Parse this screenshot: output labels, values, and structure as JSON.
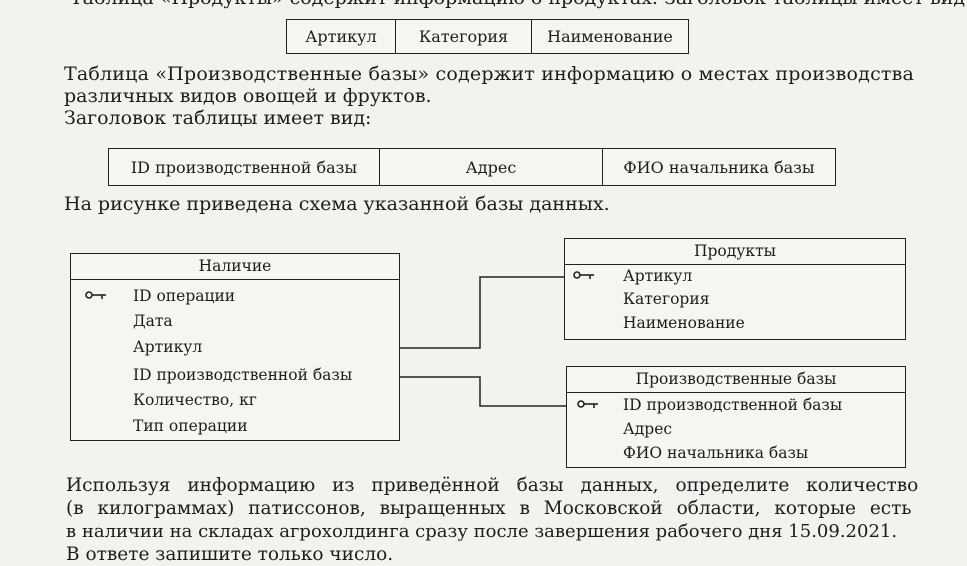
{
  "top_cut_text": "Таблица «Продукты» содержит информацию о продуктах. Заголовок таблицы имеет вид:",
  "products_header": [
    "Артикул",
    "Категория",
    "Наименование"
  ],
  "bases_paragraph": [
    "Таблица «Производственные базы» содержит информацию о местах производства",
    "различных видов овощей и фруктов.",
    "Заголовок таблицы имеет вид:"
  ],
  "bases_header": [
    "ID производственной базы",
    "Адрес",
    "ФИО начальника базы"
  ],
  "schema_caption": "На рисунке приведена схема указанной базы данных.",
  "er": {
    "availability": {
      "title": "Наличие",
      "fields": [
        "ID операции",
        "Дата",
        "Артикул",
        "ID производственной базы",
        "Количество, кг",
        "Тип операции"
      ]
    },
    "products": {
      "title": "Продукты",
      "fields": [
        "Артикул",
        "Категория",
        "Наименование"
      ]
    },
    "bases": {
      "title": "Производственные базы",
      "fields": [
        "ID производственной базы",
        "Адрес",
        "ФИО начальника базы"
      ]
    }
  },
  "question": [
    "Используя информацию из приведённой базы данных, определите количество",
    "(в килограммах) патиссонов, выращенных в Московской области, которые есть",
    "в наличии на складах агрохолдинга сразу после завершения рабочего дня 15.09.2021.",
    "В ответе запишите только число."
  ]
}
